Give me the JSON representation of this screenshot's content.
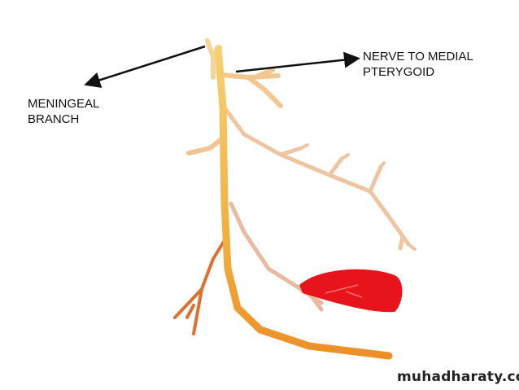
{
  "labels": {
    "nerve_to_medial_pterygoid": [
      "NERVE TO MEDIAL",
      "PTERYGOID"
    ],
    "meningeal_branch": [
      "MENINGEAL",
      "BRANCH"
    ]
  },
  "watermark": "muhadharaty.com",
  "colors": {
    "trunk": "#f4bf45",
    "trunk_lower": "#ee9a2c",
    "branch": "#f0c8a0",
    "muscle": "#e8141c",
    "arrow": "#111111"
  }
}
